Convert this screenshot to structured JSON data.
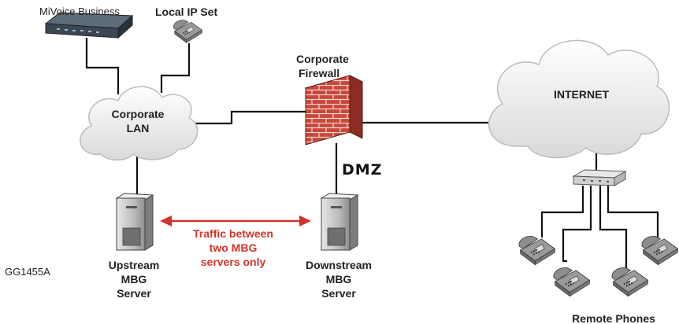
{
  "diagram": {
    "mivoice_label": "MiVoice Business",
    "local_ip_set_label": "Local IP Set",
    "corporate_lan": [
      "Corporate",
      "LAN"
    ],
    "firewall_label": [
      "Corporate",
      "Firewall"
    ],
    "dmz_label": "DMZ",
    "internet_label": "INTERNET",
    "traffic_label": [
      "Traffic between",
      "two MBG",
      "servers only"
    ],
    "upstream_label": [
      "Upstream",
      "MBG",
      "Server"
    ],
    "downstream_label": [
      "Downstream",
      "MBG",
      "Server"
    ],
    "figure_id": "GG1455A",
    "remote_phones_label": "Remote Phones",
    "colors": {
      "firewall": "#c8483a",
      "arrow": "#d2342a",
      "cloud": "#eeeeee"
    }
  }
}
